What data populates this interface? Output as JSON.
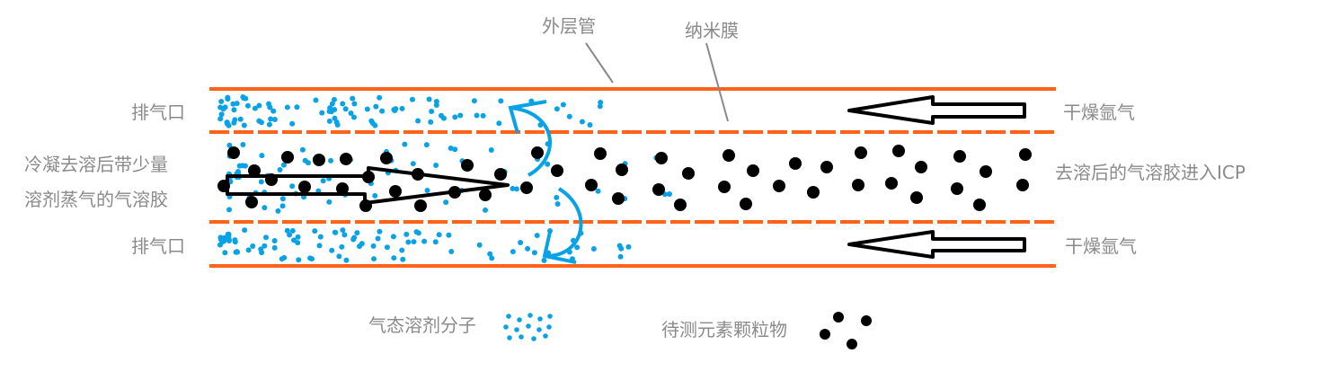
{
  "labels": {
    "outer_tube": "外层管",
    "nano_membrane": "纳米膜",
    "exhaust_top": "排气口",
    "exhaust_bottom": "排气口",
    "input_line1": "冷凝去溶后带少量",
    "input_line2": "溶剂蒸气的气溶胶",
    "argon_top": "干燥氩气",
    "argon_bottom": "干燥氩气",
    "output": "去溶后的气溶胶进入ICP"
  },
  "legend": {
    "solvent": "气态溶剂分子",
    "particles": "待测元素颗粒物"
  },
  "colors": {
    "tube": "#ff6319",
    "solvent": "#0aa2e6",
    "particle": "#000000",
    "text": "#8a8a8a"
  }
}
